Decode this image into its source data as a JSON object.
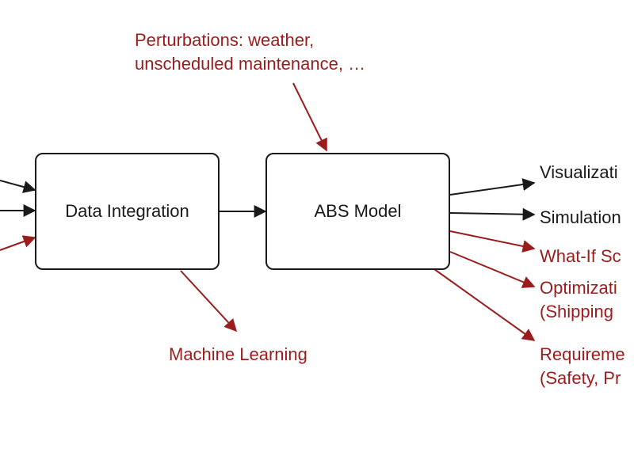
{
  "colors": {
    "default": "#1a1a1a",
    "accent": "#9b1c1c"
  },
  "perturbations": {
    "line1": "Perturbations: weather,",
    "line2": "unscheduled maintenance, …"
  },
  "nodes": {
    "data_integration": "Data Integration",
    "abs_model": "ABS Model"
  },
  "machine_learning": "Machine Learning",
  "outputs": {
    "visualization": "Visualizati",
    "simulation": "Simulation",
    "what_if": "What-If Sc",
    "optimization_line1": "Optimizati",
    "optimization_line2": "(Shipping",
    "requirements_line1": "Requireme",
    "requirements_line2": "(Safety, Pr"
  }
}
